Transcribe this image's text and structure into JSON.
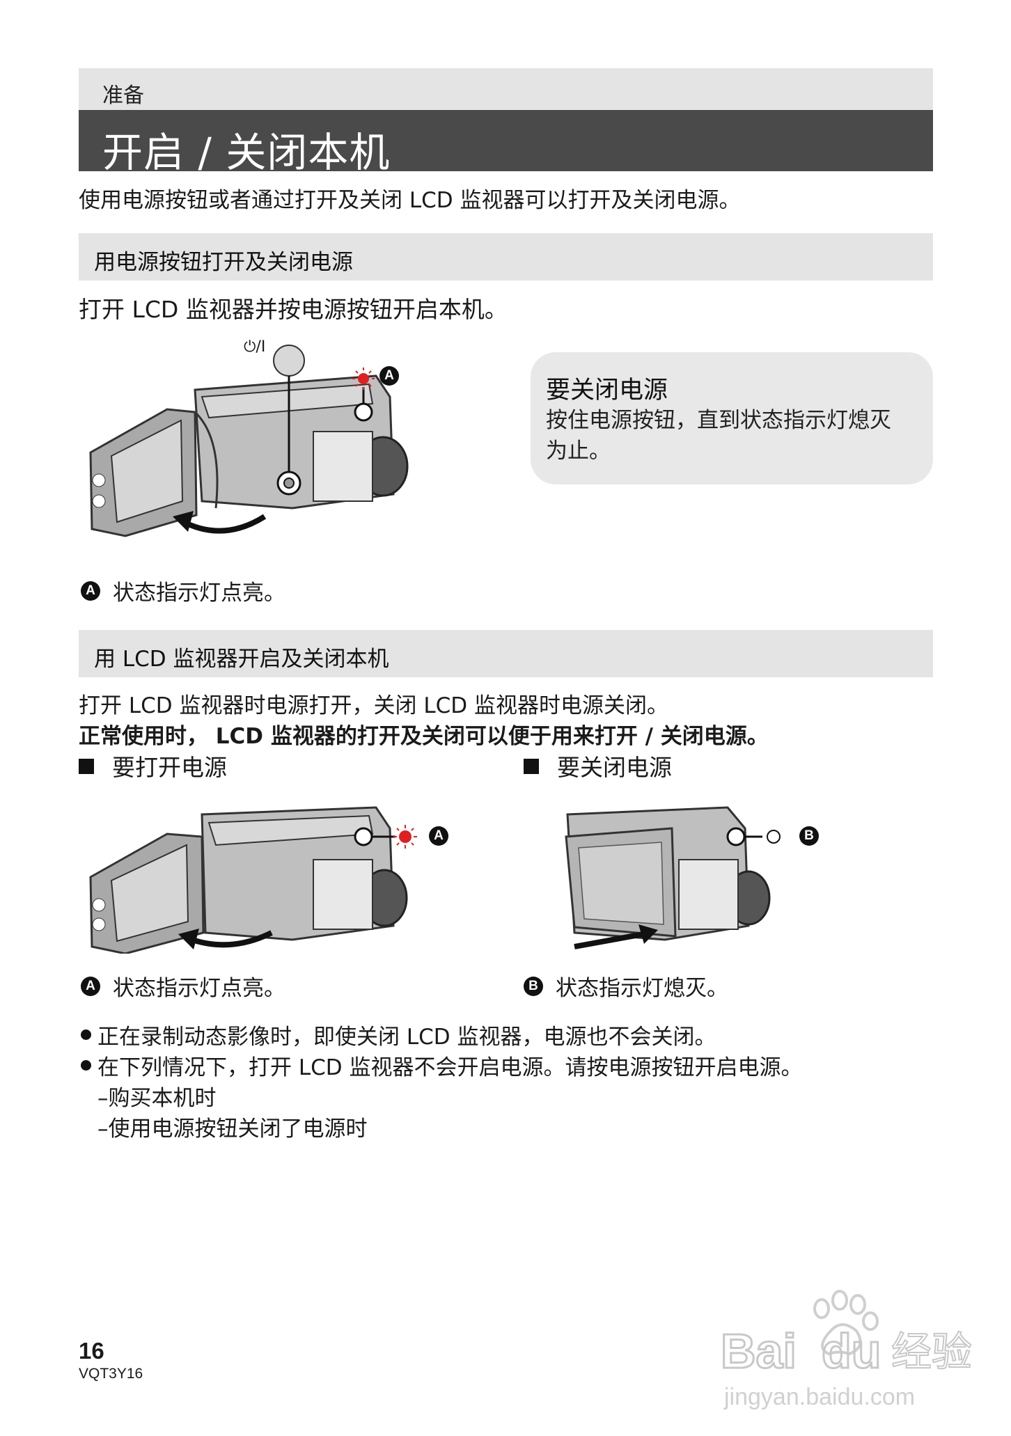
{
  "header": {
    "section": "准备",
    "title": "开启 / 关闭本机",
    "intro": "使用电源按钮或者通过打开及关闭 LCD 监视器可以打开及关闭电源。"
  },
  "section1": {
    "heading": "用电源按钮打开及关闭电源",
    "instruction": "打开 LCD 监视器并按电源按钮开启本机。",
    "power_button_label": "⏻/I",
    "marker_a": "A",
    "callout_title": "要关闭电源",
    "callout_body": "按住电源按钮，直到状态指示灯熄灭为止。",
    "caption_marker": "A",
    "caption": "状态指示灯点亮。"
  },
  "section2": {
    "heading": "用 LCD 监视器开启及关闭本机",
    "line1": "打开 LCD 监视器时电源打开，关闭 LCD 监视器时电源关闭。",
    "line2": "正常使用时， LCD 监视器的打开及关闭可以便于用来打开 / 关闭电源。",
    "on_heading": "要打开电源",
    "off_heading": "要关闭电源",
    "marker_a": "A",
    "marker_b": "B",
    "caption_a": "状态指示灯点亮。",
    "caption_b": "状态指示灯熄灭。"
  },
  "notes": {
    "bullets": [
      "正在录制动态影像时，即使关闭 LCD 监视器，电源也不会关闭。",
      "在下列情况下，打开 LCD 监视器不会开启电源。请按电源按钮开启电源。"
    ],
    "sub_items": [
      "–购买本机时",
      "–使用电源按钮关闭了电源时"
    ]
  },
  "footer": {
    "page_number": "16",
    "code": "VQT3Y16"
  },
  "watermark": {
    "logo_text": "Bai du 经验",
    "url": "jingyan.baidu.com"
  },
  "colors": {
    "title_bar": "#4a4a4a",
    "subhead_bg": "#e4e4e4",
    "indicator_red": "#e02020"
  }
}
